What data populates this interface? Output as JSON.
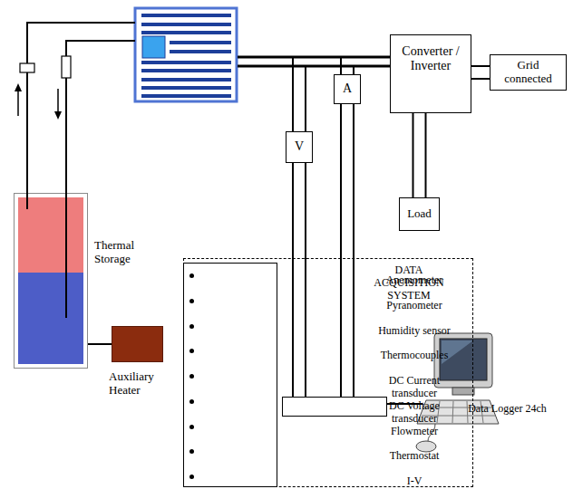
{
  "diagram": {
    "nodes": [
      {
        "text": [
          "Converter / Inverter"
        ]
      },
      {
        "text": [
          "Grid connected"
        ]
      },
      {
        "text": [
          "A"
        ]
      },
      {
        "text": [
          "V"
        ]
      },
      {
        "text": [
          "Thermal Storage"
        ]
      },
      {
        "text": [
          "Load"
        ]
      },
      {
        "text": [
          "Auxiliary Heater"
        ]
      },
      {
        "text": [
          "DATA ACQUISITION SYSTEM"
        ]
      },
      {
        "text": [
          "Anemometer",
          "Pyranometer",
          "Humidity sensor",
          "Thermocouples",
          "DC Current transducer",
          "DC Voltage transducer",
          "Flowmeter",
          "Thermostat",
          "I-V"
        ],
        "in": 7
      },
      {
        "text": [
          "Data Logger 24ch"
        ],
        "in": 7
      }
    ],
    "edges": [
      {
        "from": 0,
        "to": 1,
        "arrow": "none"
      },
      {
        "from": 0,
        "to": 1,
        "arrow": "none"
      },
      {
        "from": 0,
        "to": 5,
        "arrow": "none"
      },
      {
        "from": 0,
        "to": 5,
        "arrow": "none"
      },
      {
        "from": 3,
        "to": 9,
        "arrow": "none"
      },
      {
        "from": 3,
        "to": 9,
        "arrow": "none"
      },
      {
        "from": 2,
        "to": 9,
        "arrow": "none"
      },
      {
        "from": 2,
        "to": 9,
        "arrow": "none"
      },
      {
        "from": 4,
        "to": 6,
        "arrow": "none"
      }
    ]
  }
}
